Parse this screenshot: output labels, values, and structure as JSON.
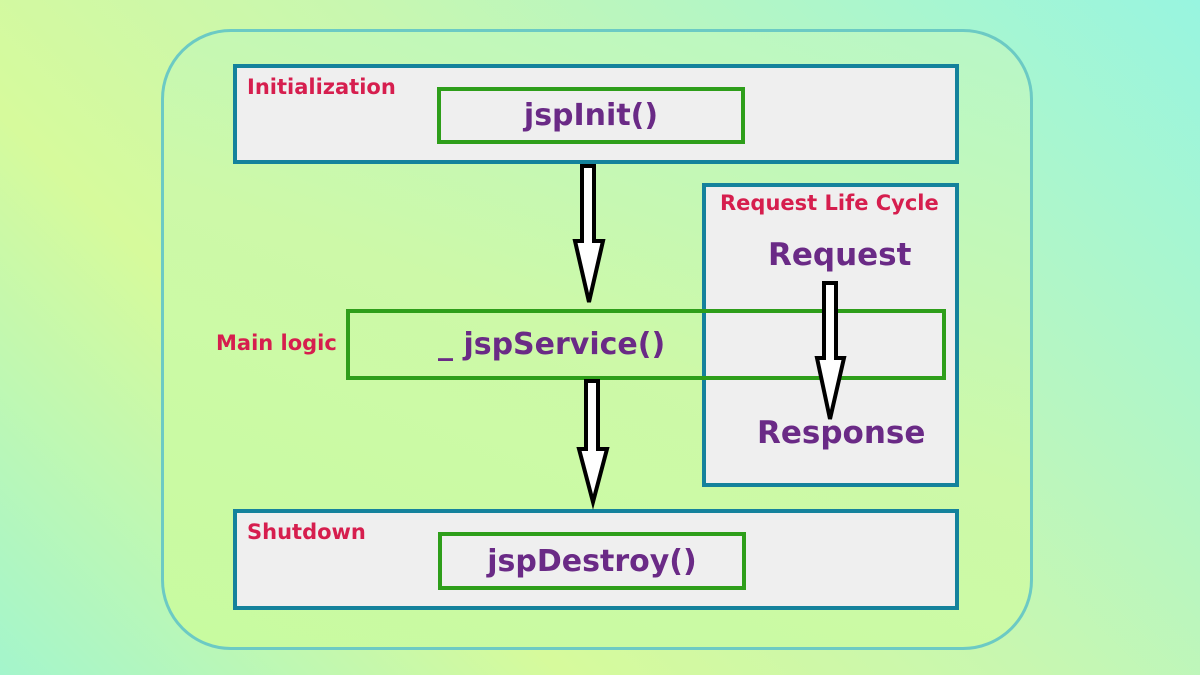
{
  "stages": {
    "initialization": {
      "label": "Initialization",
      "method": "jspInit()"
    },
    "main": {
      "label": "Main logic",
      "method": "_ jspService()"
    },
    "shutdown": {
      "label": "Shutdown",
      "method": "jspDestroy()"
    }
  },
  "request_cycle": {
    "title": "Request Life Cycle",
    "request": "Request",
    "response": "Response"
  },
  "colors": {
    "stage_border": "#14829c",
    "method_border": "#2e9e1a",
    "label_text": "#d61e4e",
    "method_text": "#6a2a86",
    "arrow": "#000000"
  }
}
